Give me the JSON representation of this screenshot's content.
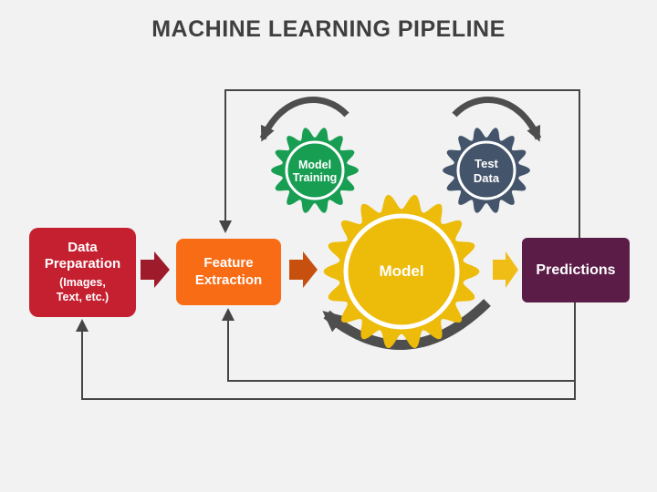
{
  "title": "MACHINE LEARNING PIPELINE",
  "title_color": "#3F3F3F",
  "background": "#F2F2F2",
  "connector_color": "#454545",
  "nodes": {
    "data_preparation": {
      "label": "Data Preparation",
      "sublabel": "(Images, Text, etc.)",
      "color": "#C52030"
    },
    "feature_extraction": {
      "label": "Feature Extraction",
      "color": "#F96C16"
    },
    "model": {
      "label": "Model",
      "color": "#EDBB0A"
    },
    "predictions": {
      "label": "Predictions",
      "color": "#5B1C47"
    },
    "model_training": {
      "label": "Model Training",
      "color": "#189E53"
    },
    "test_data": {
      "label": "Test Data",
      "color": "#44546A"
    }
  },
  "arrows": {
    "data_prep_to_feature": {
      "color": "#9E1B2C"
    },
    "feature_to_model": {
      "color": "#C8500F"
    },
    "model_to_predictions": {
      "color": "#EFBD15"
    }
  }
}
